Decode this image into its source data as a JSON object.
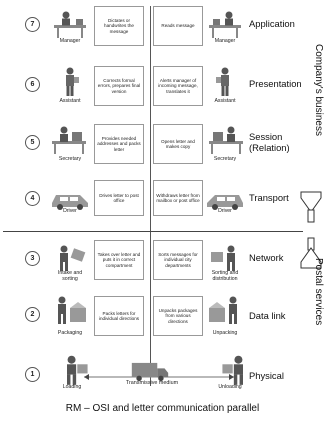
{
  "layers": [
    {
      "number": "7",
      "left_person": "Manager",
      "left_action": "Dictates or handwrites the message",
      "right_action": "Reads message",
      "right_person": "Manager",
      "label": "Application"
    },
    {
      "number": "6",
      "left_person": "Assistant",
      "left_action": "Corrects formal errors, prepares final version",
      "right_action": "Alerts manager of incoming message, translates it",
      "right_person": "Assistant",
      "label": "Presentation"
    },
    {
      "number": "5",
      "left_person": "Secretary",
      "left_action": "Provides needed addresses and packs letter",
      "right_action": "Opens letter and makes copy",
      "right_person": "Secretary",
      "label": "Session\n(Relation)"
    },
    {
      "number": "4",
      "left_person": "Driver",
      "left_action": "Drives letter to post office",
      "right_action": "Withdraws letter from mailbox or post office",
      "right_person": "Driver",
      "label": "Transport"
    },
    {
      "number": "3",
      "left_person": "Intake and\nsorting",
      "left_action": "Takes over letter and puts it in correct compartment",
      "right_action": "Sorts messages for individual city departments",
      "right_person": "Sorting and\ndistribution",
      "label": "Network"
    },
    {
      "number": "2",
      "left_person": "Packaging",
      "left_action": "Packs letters for individual directions",
      "right_action": "Unpacks packages from various directions",
      "right_person": "Unpacking",
      "label": "Data link"
    },
    {
      "number": "1",
      "left_person": "Loading",
      "left_action": "",
      "right_action": "",
      "right_person": "Unloading",
      "label": "Physical"
    }
  ],
  "transmission_medium": "Transmissive medium",
  "side_labels": {
    "top": "Company's business",
    "bottom": "Postal services"
  },
  "title": "RM – OSI and letter communication parallel",
  "colors": {
    "arrow_fill": "#ffffff",
    "arrow_stroke": "#333333",
    "line": "#555555"
  }
}
